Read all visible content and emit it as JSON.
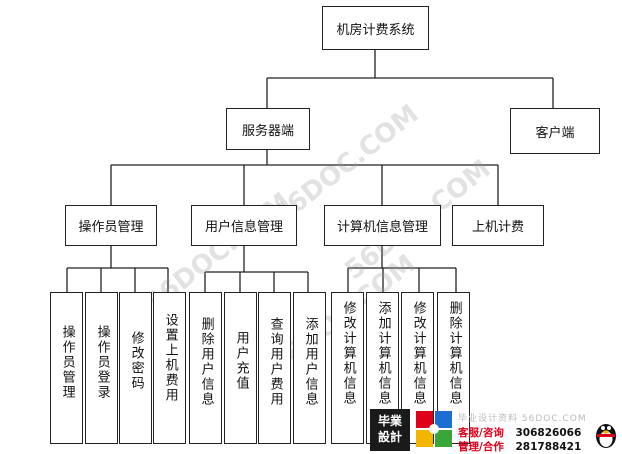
{
  "diagram": {
    "root": "机房计费系统",
    "level1": {
      "server": "服务器端",
      "client": "客户端"
    },
    "modules": {
      "operator": "操作员管理",
      "user": "用户信息管理",
      "computer": "计算机信息管理",
      "billing": "上机计费"
    },
    "leaves": {
      "operator": [
        "操作员管理",
        "操作员登录",
        "修改密码",
        "设置上机费用"
      ],
      "user": [
        "删除用户信息",
        "用户充值",
        "查询用户费用",
        "添加用户信息"
      ],
      "computer": [
        "修改计算机信息",
        "添加计算机信息",
        "修改计算机信息",
        "删除计算机信息"
      ]
    }
  },
  "watermarks": [
    "56DOC.COM",
    "56DOC.COM",
    "56DOC.COM",
    "56DOC.COM"
  ],
  "footer": {
    "logo_line1": "毕業",
    "logo_line2": "設計",
    "site": "毕业设计资料 56DOC.COM",
    "row1_label": "客服/咨询",
    "row1_number": "306826066",
    "row2_label": "管理/合作",
    "row2_number": "281788421"
  },
  "colors": {
    "line": "#222222",
    "accent_red": "#e0001a",
    "logo_bg": "#1a1a1a"
  }
}
